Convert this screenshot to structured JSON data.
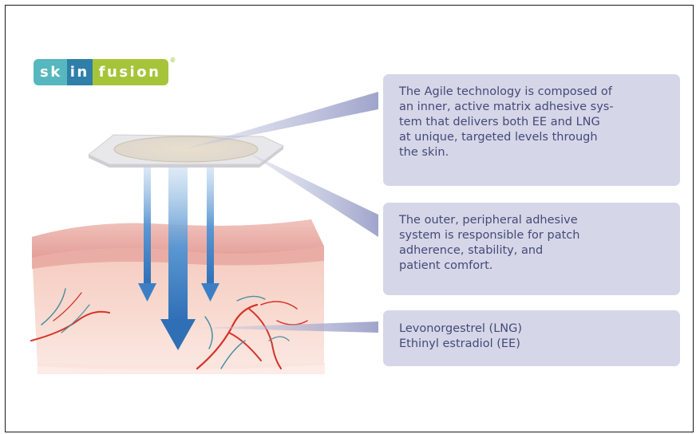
{
  "logo": {
    "part1": "sk",
    "part2": "in",
    "part3": "fusion",
    "registered": "®"
  },
  "callouts": {
    "matrix": "The Agile technology is composed of\nan inner, active matrix adhesive sys-\ntem that delivers both EE and LNG\nat unique, targeted levels through\nthe skin.",
    "peripheral": "The outer, peripheral adhesive\nsystem is responsible for patch\nadherence, stability, and\npatient comfort.",
    "hormones": "Levonorgestrel (LNG)\nEthinyl estradiol (EE)"
  },
  "colors": {
    "callout_bg": "#d5d6e8",
    "callout_text": "#454a76",
    "skin_top": "#e7a8a2",
    "skin_body": "#f6d0c4",
    "arrow_blue": "#3d7fc4",
    "vessel_red": "#d6332a",
    "vessel_teal": "#4d8fa0",
    "logo_teal": "#56b8be",
    "logo_blue": "#2f7fa9",
    "logo_green": "#a6c43a"
  },
  "icons": [
    "patch-illustration",
    "skin-block-illustration",
    "arrow-down-icon",
    "blood-vessel-illustration"
  ]
}
